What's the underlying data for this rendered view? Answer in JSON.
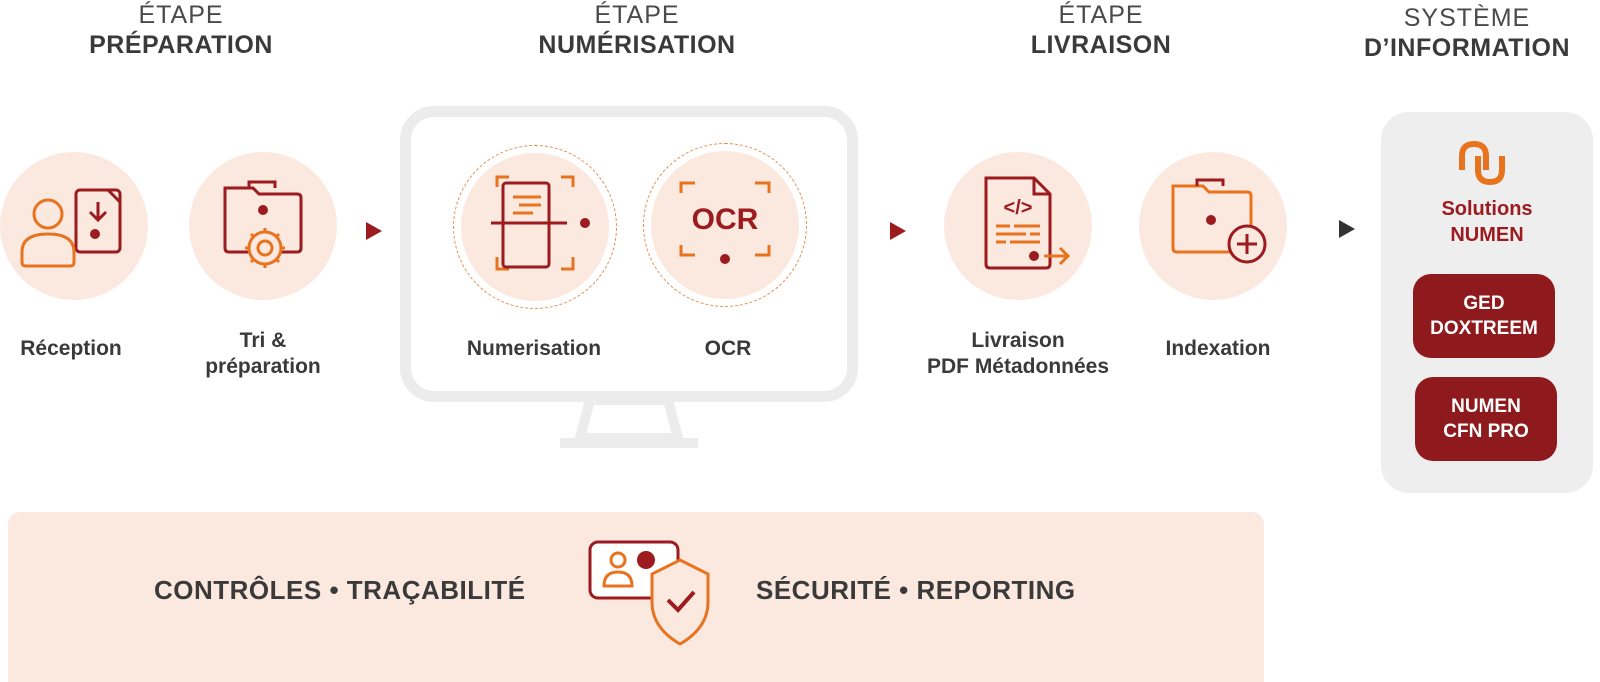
{
  "stages": [
    {
      "kicker": "ÉTAPE",
      "name": "PRÉPARATION"
    },
    {
      "kicker": "ÉTAPE",
      "name": "NUMÉRISATION"
    },
    {
      "kicker": "ÉTAPE",
      "name": "LIVRAISON"
    },
    {
      "kicker": "SYSTÈME",
      "name": "D’INFORMATION"
    }
  ],
  "steps": {
    "reception": {
      "line1": "Réception",
      "line2": ""
    },
    "tri": {
      "line1": "Tri &",
      "line2": "préparation"
    },
    "numerisation": {
      "line1": "Numerisation",
      "line2": ""
    },
    "ocr": {
      "line1": "OCR",
      "line2": ""
    },
    "livraison": {
      "line1": "Livraison",
      "line2": "PDF Métadonnées"
    },
    "indexation": {
      "line1": "Indexation",
      "line2": ""
    }
  },
  "ocr_icon_text": "OCR",
  "system": {
    "title_line1": "Solutions",
    "title_line2": "NUMEN",
    "buttons": [
      {
        "line1": "GED",
        "line2": "DOXTREEM"
      },
      {
        "line1": "NUMEN",
        "line2": "CFN PRO"
      }
    ]
  },
  "banner": {
    "left": "CONTRÔLES • TRAÇABILITÉ",
    "right": "SÉCURITÉ • REPORTING"
  },
  "colors": {
    "accent_red": "#9b1b1f",
    "accent_orange": "#e8731f",
    "circle_bg": "#fbe9df",
    "panel_bg": "#eeeeee"
  }
}
